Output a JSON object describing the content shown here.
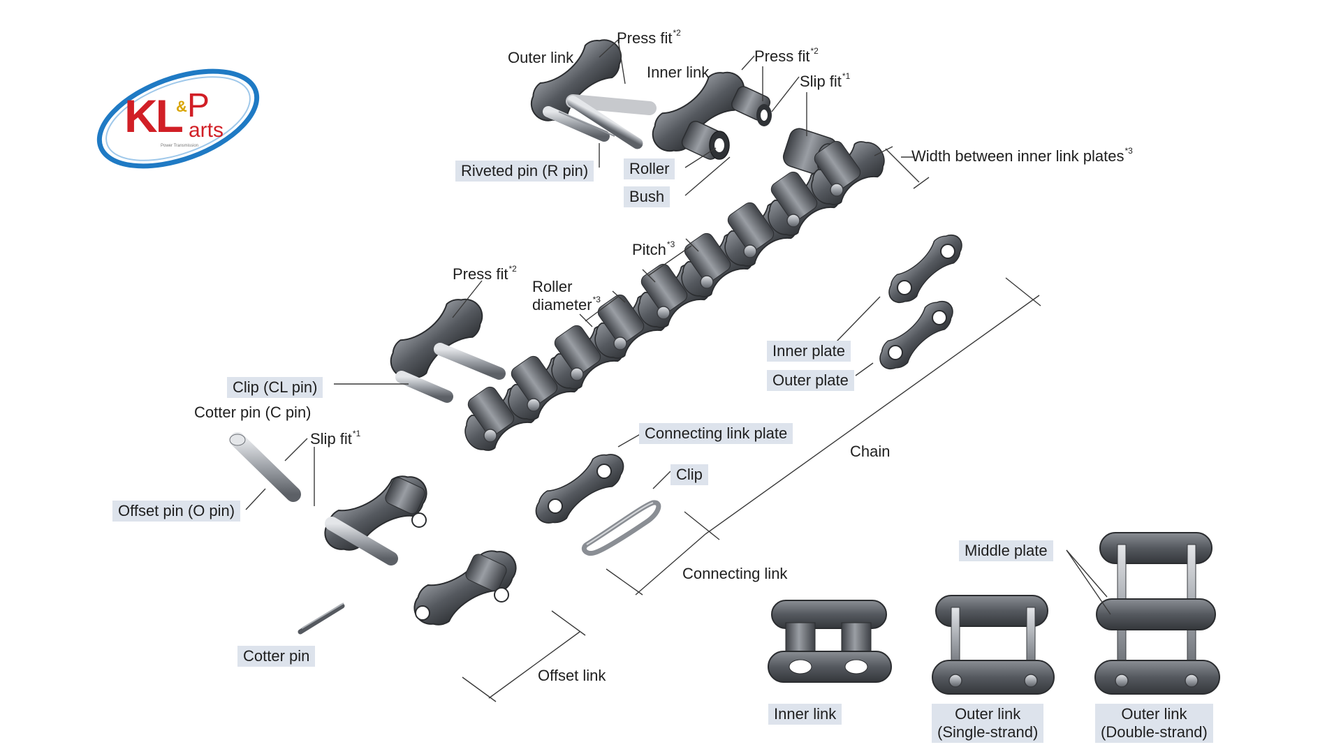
{
  "logo": {
    "brand_kl": "KL",
    "brand_amp": "&",
    "brand_p": "P",
    "brand_arts": "arts",
    "tagline": "Power Transmission",
    "colors": {
      "red": "#d11f26",
      "blue": "#1f7ac4",
      "gold": "#d9a400"
    }
  },
  "diagram": {
    "colors": {
      "label_box": "#dde3ec",
      "leader_line": "#3a3a3a",
      "steel_dark": "#4a4d52",
      "steel_mid": "#7b7f86",
      "steel_light": "#b9bcc1"
    },
    "labels": {
      "outer_link": "Outer link",
      "press_fit_1": "Press fit",
      "press_fit_1_note": "*2",
      "inner_link_top": "Inner link",
      "press_fit_2": "Press fit",
      "press_fit_2_note": "*2",
      "slip_fit_1": "Slip fit",
      "slip_fit_1_note": "*1",
      "riveted_pin": "Riveted pin (R pin)",
      "roller": "Roller",
      "bush": "Bush",
      "width_between": "Width between inner link plates",
      "width_between_note": "*3",
      "pitch": "Pitch",
      "pitch_note": "*3",
      "press_fit_3": "Press fit",
      "press_fit_3_note": "*2",
      "roller_diameter_1": "Roller",
      "roller_diameter_2": "diameter",
      "roller_diameter_note": "*3",
      "inner_plate": "Inner plate",
      "outer_plate": "Outer plate",
      "clip_cl_pin": "Clip (CL pin)",
      "cotter_pin_c": "Cotter pin (C pin)",
      "slip_fit_2": "Slip fit",
      "slip_fit_2_note": "*1",
      "offset_pin": "Offset pin (O pin)",
      "connecting_link_plate": "Connecting link plate",
      "clip": "Clip",
      "chain": "Chain",
      "connecting_link": "Connecting link",
      "cotter_pin": "Cotter pin",
      "offset_link": "Offset link",
      "middle_plate": "Middle plate",
      "inner_link_bottom": "Inner link",
      "outer_link_single_1": "Outer link",
      "outer_link_single_2": "(Single-strand)",
      "outer_link_double_1": "Outer link",
      "outer_link_double_2": "(Double-strand)"
    }
  }
}
